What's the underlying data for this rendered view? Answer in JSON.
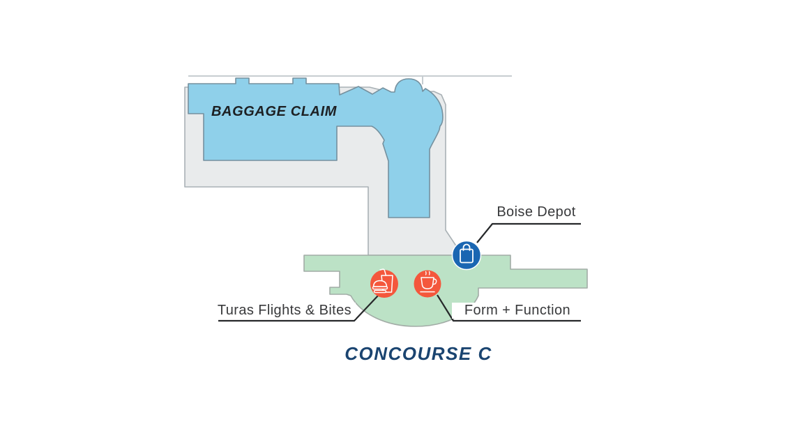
{
  "page": {
    "background": "#FFFFFF"
  },
  "map": {
    "concourse_title": "CONCOURSE C",
    "title_color": "#1A4470",
    "areas": {
      "baggage_claim": {
        "label": "BAGGAGE CLAIM",
        "label_color": "#1D2023",
        "fill": "#8FD0EA"
      },
      "terminal": {
        "fill": "#E9EBEC"
      },
      "concourse": {
        "fill": "#BCE2C6"
      }
    },
    "pois": [
      {
        "label": "Boise Depot",
        "icon": "shopping-bag-icon",
        "color": "#1A66B2"
      },
      {
        "label": "Turas Flights & Bites",
        "icon": "fast-food-icon",
        "color": "#F4573C"
      },
      {
        "label": "Form + Function",
        "icon": "coffee-cup-icon",
        "color": "#F4573C"
      }
    ],
    "label_text_color": "#38393B",
    "leader_line_color": "#26282A"
  }
}
